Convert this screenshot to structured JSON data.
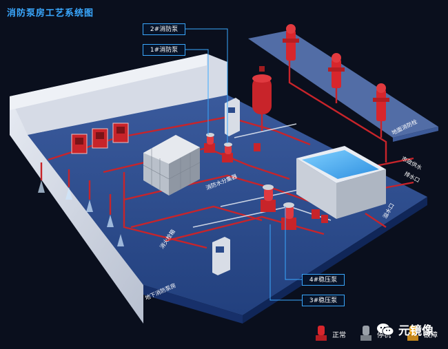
{
  "title": "消防泵房工艺系统图",
  "callouts": {
    "pump2": "2#消防泵",
    "pump1": "1#消防泵",
    "boost4": "4#稳压泵",
    "boost3": "3#稳压泵"
  },
  "scene_labels": {
    "ground_hydrant": "地面消防栓",
    "municipal_water": "市政供水",
    "drain_outlet_right": "排水口",
    "drain_outlet_front": "溢水口",
    "water_distributor": "消防水分集器",
    "fire_sprinkler": "消火栓箱",
    "underground_room": "地下消防泵房"
  },
  "legend": [
    {
      "label": "正常",
      "color": "#d8262c"
    },
    {
      "label": "停机",
      "color": "#9aa0a8"
    },
    {
      "label": "故障",
      "color": "#e6a21d"
    }
  ],
  "brand": {
    "name": "元镜像"
  }
}
